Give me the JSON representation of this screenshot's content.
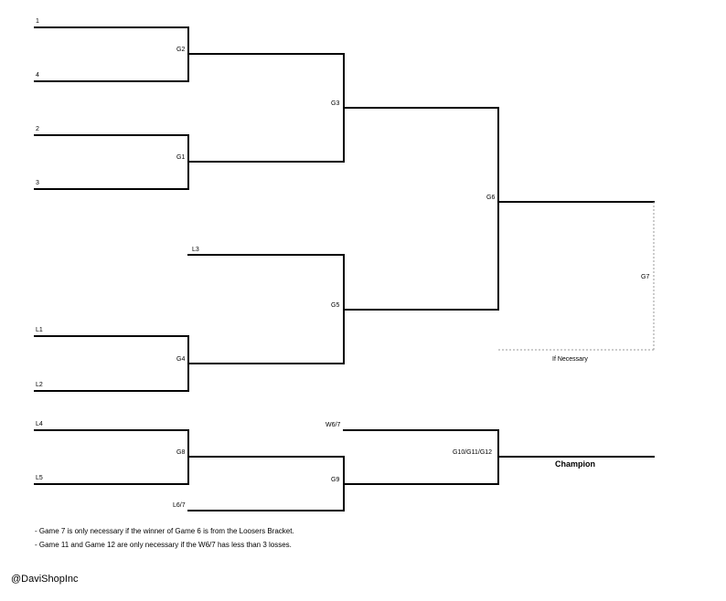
{
  "bracket": {
    "seeds": [
      "1",
      "4",
      "2",
      "3",
      "L3",
      "L1",
      "L2",
      "L4",
      "L5",
      "L6/7",
      "W6/7"
    ],
    "games": [
      "G2",
      "G1",
      "G3",
      "G4",
      "G5",
      "G6",
      "G7",
      "G8",
      "G9",
      "G10/G11/G12"
    ],
    "if_necessary": "If Necessary",
    "champion": "Champion"
  },
  "notes": [
    "- Game 7 is only necessary if the winner of Game 6 is from the Loosers Bracket.",
    "- Game 11 and Game 12 are only necessary if the W6/7 has less than 3 losses."
  ],
  "credit": "@DaviShopInc"
}
